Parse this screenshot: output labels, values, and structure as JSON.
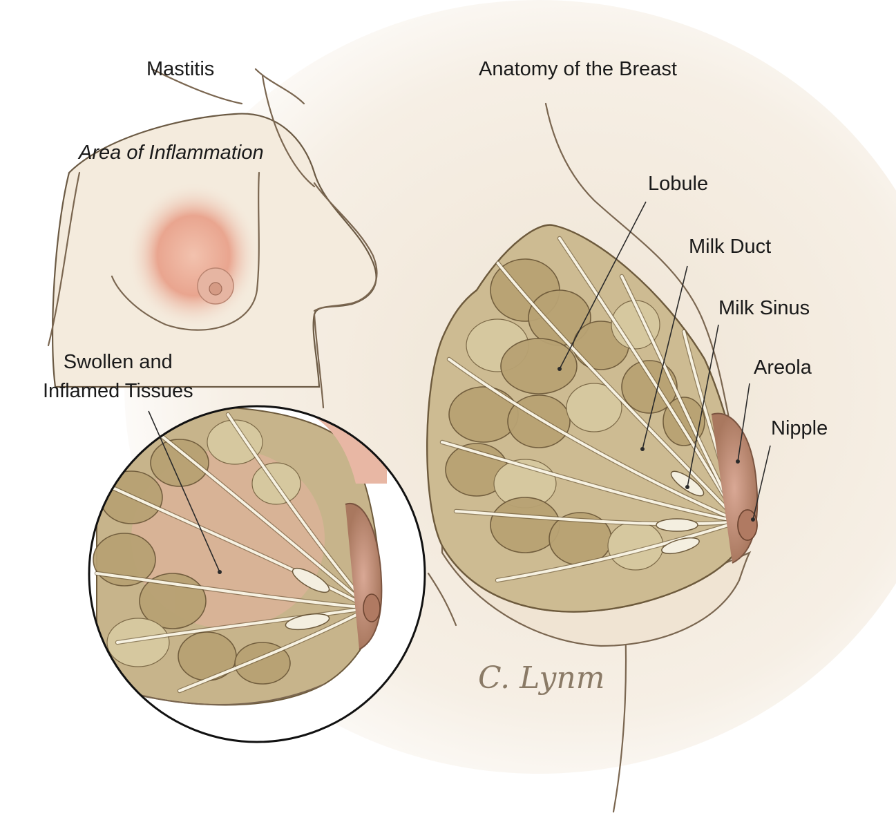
{
  "titles": {
    "left": "Mastitis",
    "right": "Anatomy of the Breast"
  },
  "left_labels": {
    "inflammation": "Area of Inflammation",
    "swollen": "Swollen and\nInflamed Tissues"
  },
  "right_labels": {
    "lobule": "Lobule",
    "milk_duct": "Milk Duct",
    "milk_sinus": "Milk Sinus",
    "areola": "Areola",
    "nipple": "Nipple"
  },
  "signature": "C. Lynm",
  "colors": {
    "skin": "#f4ebdd",
    "tissue": "#cdbb92",
    "inflammation": "#e8a08a",
    "text": "#1a1a1a"
  }
}
